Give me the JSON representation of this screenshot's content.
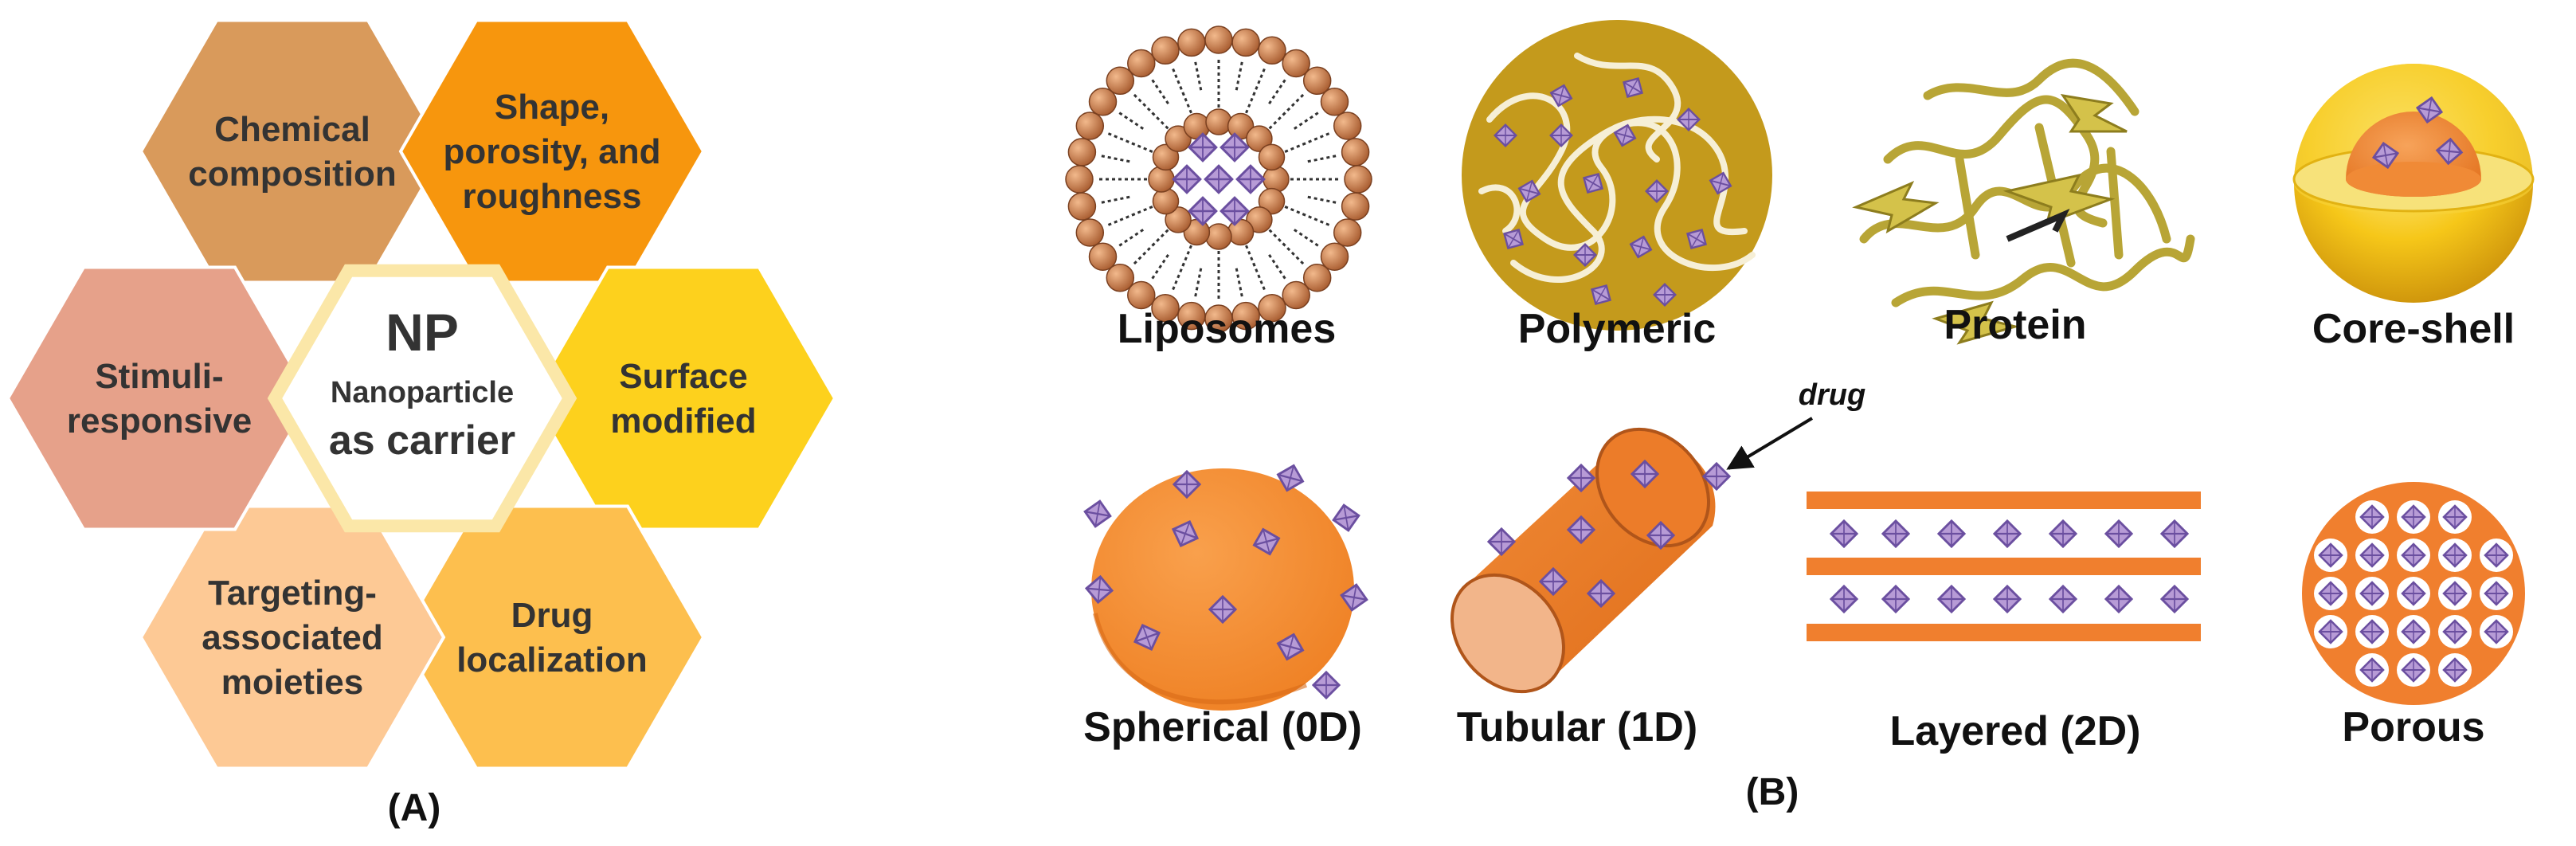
{
  "panel_a": {
    "label": "(A)",
    "center": {
      "title": "NP",
      "subtitle": "Nanoparticle",
      "caption": "as carrier"
    },
    "hexagons": [
      {
        "lines": [
          "Chemical",
          "composition"
        ],
        "color": "#D99A5B"
      },
      {
        "lines": [
          "Shape,",
          "porosity, and",
          "roughness"
        ],
        "color": "#F7960D"
      },
      {
        "lines": [
          "Surface",
          "modified"
        ],
        "color": "#FDD11D"
      },
      {
        "lines": [
          "Drug",
          "localization"
        ],
        "color": "#FDBF4E"
      },
      {
        "lines": [
          "Targeting-",
          "associated",
          "moieties"
        ],
        "color": "#FDC995"
      },
      {
        "lines": [
          "Stimuli-",
          "responsive"
        ],
        "color": "#E6A18A"
      }
    ]
  },
  "panel_b": {
    "label": "(B)",
    "drug_label": "drug",
    "types": [
      {
        "name": "Liposomes",
        "icon": "liposome-icon"
      },
      {
        "name": "Polymeric",
        "icon": "polymeric-nanoparticle-icon"
      },
      {
        "name": "Protein",
        "icon": "protein-ribbon-icon"
      },
      {
        "name": "Core-shell",
        "icon": "core-shell-icon"
      },
      {
        "name": "Spherical (0D)",
        "icon": "spherical-icon"
      },
      {
        "name": "Tubular (1D)",
        "icon": "tubular-icon"
      },
      {
        "name": "Layered (2D)",
        "icon": "layered-icon"
      },
      {
        "name": "Porous",
        "icon": "porous-icon"
      }
    ]
  },
  "colors": {
    "orange": "#F07F2E",
    "drug_fill": "#B79BD6",
    "drug_stroke": "#6B4FA0",
    "lipid_head": "#C98153",
    "gold": "#C9A21C"
  }
}
